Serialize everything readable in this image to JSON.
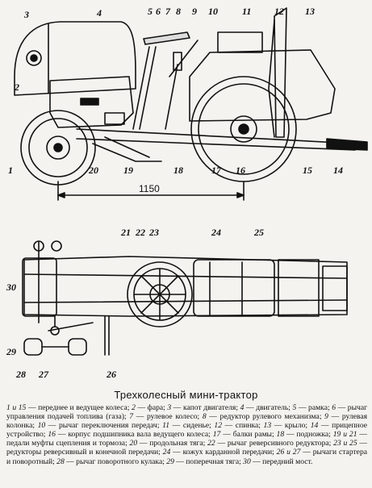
{
  "figure": {
    "title": "Трехколесный мини-трактор",
    "dimension": "1150",
    "callouts_side": [
      "3",
      "2",
      "4",
      "5",
      "6",
      "7",
      "8",
      "9",
      "10",
      "11",
      "12",
      "13",
      "1",
      "20",
      "19",
      "18",
      "17",
      "16",
      "15",
      "14"
    ],
    "callouts_top": [
      "21",
      "22",
      "23",
      "24",
      "25",
      "30",
      "29",
      "28",
      "27",
      "26"
    ],
    "legend": [
      {
        "n": "1 и 15",
        "t": "переднее и ведущее колеса;"
      },
      {
        "n": "2",
        "t": "фара;"
      },
      {
        "n": "3",
        "t": "капот двигателя;"
      },
      {
        "n": "4",
        "t": "двигатель;"
      },
      {
        "n": "5",
        "t": "рамка;"
      },
      {
        "n": "6",
        "t": "рычаг управления подачей топлива (газа);"
      },
      {
        "n": "7",
        "t": "рулевое колесо;"
      },
      {
        "n": "8",
        "t": "редуктор рулевого механизма;"
      },
      {
        "n": "9",
        "t": "рулевая колонка;"
      },
      {
        "n": "10",
        "t": "рычаг переключения передач;"
      },
      {
        "n": "11",
        "t": "сиденье;"
      },
      {
        "n": "12",
        "t": "спинка;"
      },
      {
        "n": "13",
        "t": "крыло;"
      },
      {
        "n": "14",
        "t": "прицепное устройство;"
      },
      {
        "n": "16",
        "t": "корпус подшипника вала ведущего колеса;"
      },
      {
        "n": "17",
        "t": "балки рамы;"
      },
      {
        "n": "18",
        "t": "подножка;"
      },
      {
        "n": "19 и 21",
        "t": "педали муфты сцепления и тормоза;"
      },
      {
        "n": "20",
        "t": "продольная тяга;"
      },
      {
        "n": "22",
        "t": "рычаг реверсивного редуктора;"
      },
      {
        "n": "23 и 25",
        "t": "редукторы реверсивный и конечной передачи;"
      },
      {
        "n": "24",
        "t": "кожух карданной передачи;"
      },
      {
        "n": "26 и 27",
        "t": "рычаги стартера и поворотный;"
      },
      {
        "n": "28",
        "t": "рычаг поворотного кулака;"
      },
      {
        "n": "29",
        "t": "поперечная тяга;"
      },
      {
        "n": "30",
        "t": "передний мост."
      }
    ]
  }
}
